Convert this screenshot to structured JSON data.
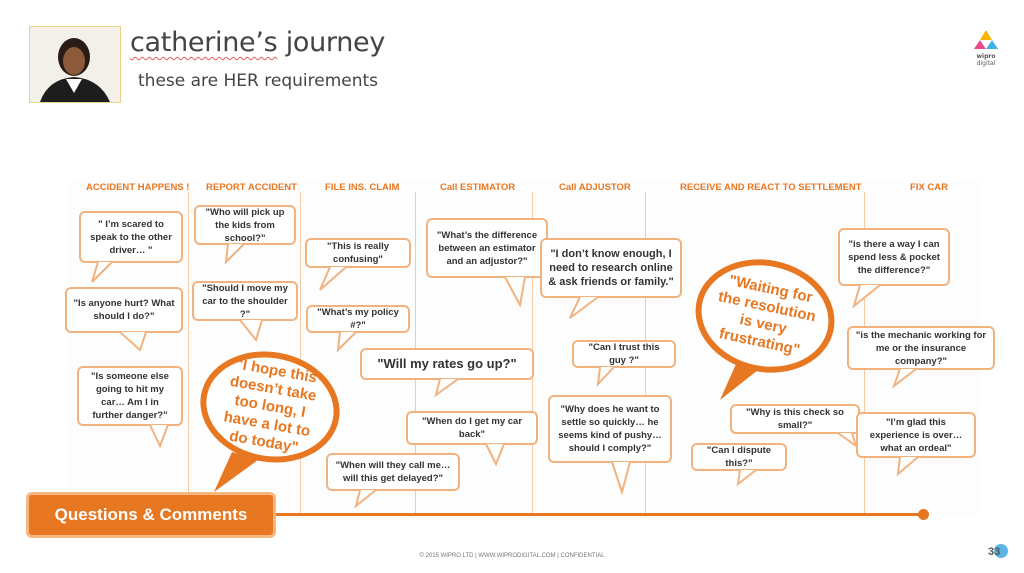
{
  "header": {
    "title_part1": "catherine’s",
    "title_part2": "journey",
    "subtitle": "these are HER requirements"
  },
  "logo": {
    "brand_line1": "wipro",
    "brand_line2": "digital"
  },
  "phases": [
    "ACCIDENT HAPPENS !",
    "REPORT ACCIDENT",
    "FILE INS. CLAIM",
    "Call ESTIMATOR",
    "Call ADJUSTOR",
    "RECEIVE AND REACT TO SETTLEMENT",
    "FIX CAR"
  ],
  "quotes": [
    "\" I’m scared to speak to the other driver… \"",
    "\"Is anyone hurt? What should I do?\"",
    "\"Is someone else going to hit my car… Am I in further danger?\"",
    "\"Who will pick up the kids from school?\"",
    "\"Should I move my car to the shoulder ?\"",
    "\"This is really confusing\"",
    "\"What’s my policy #?\"",
    "\"What’s the difference between an estimator and an adjustor?\"",
    "\"I don’t know enough, I need to research online & ask friends or family.\"",
    "\"Can I trust this guy ?\"",
    "\"Will my rates go up?\"",
    "\"When do I get my car back\"",
    "\"When will they call me… will this get delayed?\"",
    "\"Why does he want to settle so quickly… he seems kind of pushy… should I comply?\"",
    "\"Why is this check so small?\"",
    "\"Can I dispute this?\"",
    "\"is there a way I can spend less & pocket the difference?\"",
    "\"is the mechanic working for me or the insurance company?\"",
    "\"I’m glad this experience is over… what an ordeal\""
  ],
  "callouts": {
    "hope": "\"I hope this doesn’t take too long, I have a lot to do today\"",
    "waiting": "\"Waiting for the resolution is very frustrating\""
  },
  "cta": {
    "label": "Questions & Comments"
  },
  "footer": {
    "text": "© 2015 WIPRO LTD  |  WWW.WIPRODIGITAL.COM  |  CONFIDENTIAL",
    "page": "33"
  },
  "colors": {
    "accent": "#e87722",
    "bubble_border": "#f2b27e",
    "text": "#333333"
  }
}
